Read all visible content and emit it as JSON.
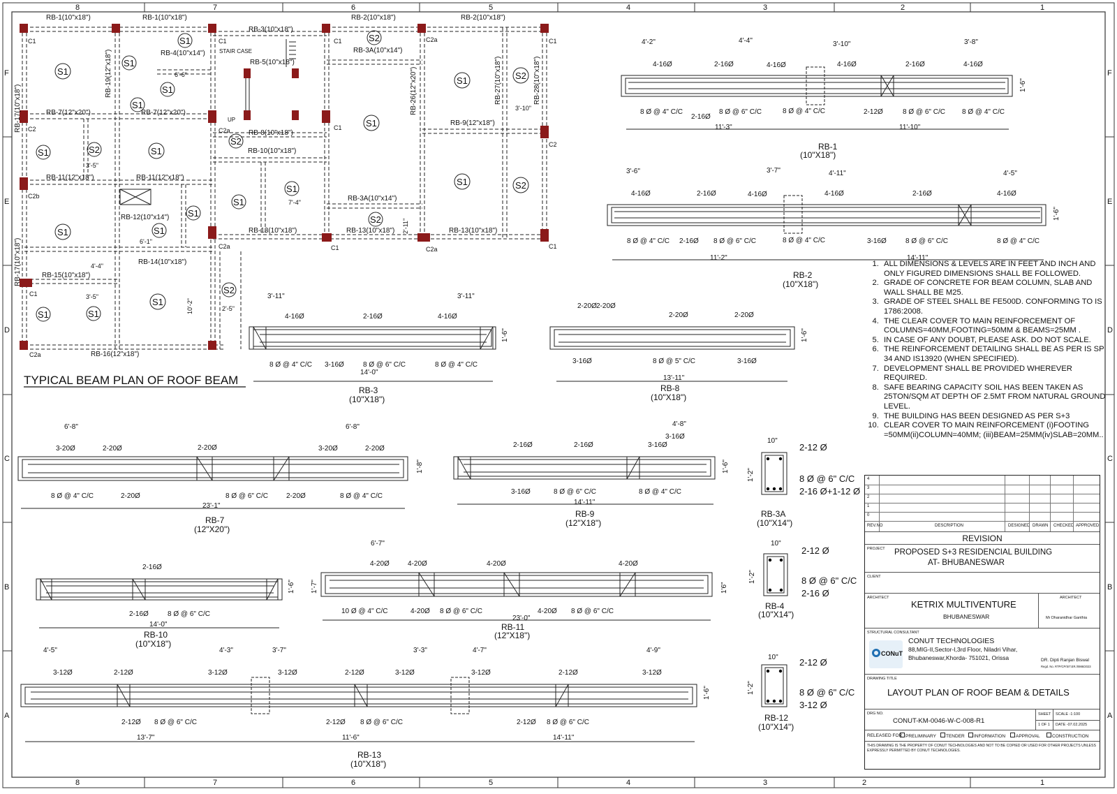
{
  "frame": {
    "cols_top": [
      "8",
      "7",
      "6",
      "5",
      "4",
      "3",
      "2",
      "1"
    ],
    "cols_bottom": [
      "8",
      "7",
      "6",
      "5",
      "4",
      "3",
      "2",
      "1"
    ],
    "rows": [
      "F",
      "E",
      "D",
      "C",
      "B",
      "A"
    ]
  },
  "plan": {
    "title": "TYPICAL BEAM PLAN OF ROOF BEAM",
    "beam_labels": [
      "RB-1(10\"x18\")",
      "RB-1(10\"x18\")",
      "RB-3(10\"x18\")",
      "RB-2(10\"x18\")",
      "RB-2(10\"x18\")",
      "RB-4(10\"x14\")",
      "RB-3A(10\"x14\")",
      "RB-5(10\"x18\")",
      "RB-7(12\"x20\")",
      "RB-7(12\"x20\")",
      "RB-8(10\"x18\")",
      "RB-9(12\"x18\")",
      "RB-10(10\"x18\")",
      "RB-11(12\"x18\")",
      "RB-11(12\"x18\")",
      "RB-12(10\"x14\")",
      "RB-13(10\"x18\")",
      "RB-3A(10\"x14\")",
      "RB-13(10\"x18\")",
      "RB-13(10\"x18\")",
      "RB-14(10\"x18\")",
      "RB-15(10\"x18\")",
      "RB-16(12\"x18\")",
      "RB-17(10\"x18\")",
      "RB-17(10\"x18\")",
      "RB-19(12\"x18\")",
      "RB-26(12\"x20\")",
      "RB-27(10\"x18\")",
      "RB-28(10\"x18\")"
    ],
    "slab_labels": [
      "S1",
      "S1",
      "S2",
      "S1",
      "S1",
      "S1",
      "S1",
      "S2",
      "S1",
      "S1",
      "S1",
      "S2",
      "S1",
      "S1",
      "S1",
      "S1",
      "S1",
      "S2",
      "S2",
      "S1",
      "S2",
      "S1",
      "S1",
      "S1",
      "S2"
    ],
    "column_labels": [
      "C1",
      "C2",
      "C2b",
      "C1",
      "C2a",
      "C1",
      "C1",
      "C2a",
      "C1",
      "C2",
      "C2a",
      "C1",
      "C2a",
      "C1",
      "C2a",
      "C1"
    ],
    "misc": [
      "STAIR CASE",
      "UP",
      "6'-6\"",
      "4'-4\"",
      "3'-5\"",
      "3'-5\"",
      "7'-4\"",
      "10'-2\"",
      "2'-5\"",
      "3'-10\"",
      "2'-11\"",
      "6'-1\""
    ]
  },
  "beams": {
    "rb1": {
      "name": "RB-1",
      "size": "(10\"X18\")",
      "dims_top": [
        "4'-2\"",
        "4'-4\"",
        "3'-10\"",
        "3'-8\""
      ],
      "bars_top": [
        "4-16Ø",
        "2-16Ø",
        "4-16Ø",
        "4-16Ø",
        "2-16Ø",
        "4-16Ø"
      ],
      "bars_bottom": [
        "8 Ø @ 4\" C/C",
        "2-16Ø",
        "8 Ø @ 6\" C/C",
        "8 Ø @ 4\" C/C",
        "2-12Ø",
        "8 Ø @ 6\" C/C",
        "8 Ø @ 4\" C/C"
      ],
      "spans": [
        "11'-3\"",
        "11'-10\""
      ],
      "depth": "1'-6\""
    },
    "rb2": {
      "name": "RB-2",
      "size": "(10\"X18\")",
      "dims_top": [
        "3'-6\"",
        "3'-7\"",
        "4'-11\"",
        "4'-5\""
      ],
      "bars_top": [
        "4-16Ø",
        "2-16Ø",
        "4-16Ø",
        "4-16Ø",
        "2-16Ø",
        "4-16Ø"
      ],
      "bars_bottom": [
        "8 Ø @ 4\" C/C",
        "2-16Ø",
        "8 Ø @ 6\" C/C",
        "8 Ø @ 4\" C/C",
        "3-16Ø",
        "8 Ø @ 6\" C/C",
        "8 Ø @ 4\" C/C"
      ],
      "spans": [
        "11'-2\"",
        "14'-11\""
      ],
      "depth": "1'-6\""
    },
    "rb3": {
      "name": "RB-3",
      "size": "(10\"X18\")",
      "dims_top": [
        "3'-11\"",
        "3'-11\""
      ],
      "bars_top": [
        "4-16Ø",
        "2-16Ø",
        "4-16Ø"
      ],
      "bars_bottom": [
        "8 Ø @ 4\" C/C",
        "3-16Ø",
        "8 Ø @ 6\" C/C",
        "8 Ø @ 4\" C/C"
      ],
      "spans": [
        "14'-0\""
      ],
      "depth": "1'-6\""
    },
    "rb8": {
      "name": "RB-8",
      "size": "(10\"X18\")",
      "bars_top": [
        "2-20Ø",
        "2-20Ø",
        "2-20Ø",
        "2-20Ø"
      ],
      "bars_bottom": [
        "3-16Ø",
        "8 Ø @ 5\" C/C",
        "3-16Ø"
      ],
      "spans": [
        "13'-11\""
      ],
      "depth": "1'-6\""
    },
    "rb7": {
      "name": "RB-7",
      "size": "(12\"X20\")",
      "dims_top": [
        "6'-8\"",
        "6'-8\""
      ],
      "bars_top": [
        "3-20Ø",
        "2-20Ø",
        "2-20Ø",
        "3-20Ø",
        "2-20Ø"
      ],
      "bars_bottom": [
        "8 Ø @ 4\" C/C",
        "2-20Ø",
        "8 Ø @ 6\" C/C",
        "2-20Ø",
        "8 Ø @ 4\" C/C"
      ],
      "spans": [
        "23'-1\""
      ],
      "depth": "1'-8\""
    },
    "rb9": {
      "name": "RB-9",
      "size": "(12\"X18\")",
      "dims_top": [
        "4'-8\""
      ],
      "bars_top": [
        "2-16Ø",
        "2-16Ø",
        "3-16Ø",
        "3-16Ø"
      ],
      "bars_bottom": [
        "3-16Ø",
        "8 Ø @ 6\" C/C",
        "8 Ø @ 4\" C/C"
      ],
      "spans": [
        "14'-11\""
      ],
      "depth": "1'-6\""
    },
    "rb10": {
      "name": "RB-10",
      "size": "(10\"X18\")",
      "bars_top": [
        "2-16Ø"
      ],
      "bars_bottom": [
        "2-16Ø",
        "8 Ø @ 6\" C/C"
      ],
      "spans": [
        "14'-0\""
      ],
      "depth": "1'-6\""
    },
    "rb11": {
      "name": "RB-11",
      "size": "(12\"X18\")",
      "dims_top": [
        "6'-7\""
      ],
      "bars_top": [
        "4-20Ø",
        "4-20Ø",
        "4-20Ø",
        "4-20Ø"
      ],
      "bars_bottom": [
        "10 Ø @ 4\" C/C",
        "4-20Ø",
        "8 Ø @ 6\" C/C",
        "4-20Ø",
        "8 Ø @ 6\" C/C"
      ],
      "spans": [
        "23'-0\""
      ],
      "depth": "1'-7\"",
      "depth2": "1'6\""
    },
    "rb13": {
      "name": "RB-13",
      "size": "(10\"X18\")",
      "dims_top": [
        "4'-5\"",
        "4'-3\"",
        "3'-7\"",
        "3'-3\"",
        "4'-7\"",
        "4'-9\""
      ],
      "bars_top": [
        "3-12Ø",
        "2-12Ø",
        "3-12Ø",
        "3-12Ø",
        "2-12Ø",
        "3-12Ø",
        "3-12Ø",
        "2-12Ø",
        "3-12Ø"
      ],
      "bars_bottom": [
        "2-12Ø",
        "8 Ø @ 6\" C/C",
        "2-12Ø",
        "8 Ø @ 6\" C/C",
        "2-12Ø",
        "8 Ø @ 6\" C/C"
      ],
      "spans": [
        "13'-7\"",
        "11'-6\"",
        "14'-11\""
      ],
      "depth": "1'-6\""
    }
  },
  "sections": {
    "rb3a": {
      "name": "RB-3A",
      "size": "(10\"X14\")",
      "width": "10\"",
      "depth": "1'-2\"",
      "top": "2-12 Ø",
      "stirrup": "8 Ø @ 6\" C/C",
      "bottom": "2-16 Ø+1-12 Ø"
    },
    "rb4": {
      "name": "RB-4",
      "size": "(10\"X14\")",
      "width": "10\"",
      "depth": "1'-2\"",
      "top": "2-12 Ø",
      "stirrup": "8 Ø @ 6\" C/C",
      "bottom": "2-16 Ø"
    },
    "rb12": {
      "name": "RB-12",
      "size": "(10\"X14\")",
      "width": "10\"",
      "depth": "1'-2\"",
      "top": "2-12 Ø",
      "stirrup": "8 Ø @ 6\" C/C",
      "bottom": "3-12 Ø"
    }
  },
  "notes": [
    "ALL DIMENSIONS & LEVELS ARE IN FEET AND INCH AND ONLY FIGURED DIMENSIONS SHALL BE FOLLOWED.",
    "GRADE OF CONCRETE FOR BEAM COLUMN, SLAB AND WALL SHALL BE M25.",
    "GRADE OF STEEL SHALL BE FE500D. CONFORMING TO IS 1786:2008.",
    "THE CLEAR COVER TO MAIN REINFORCEMENT OF COLUMNS=40MM,FOOTING=50MM & BEAMS=25MM .",
    "IN CASE OF ANY DOUBT, PLEASE ASK. DO NOT SCALE.",
    "THE REINFORCEMENT DETAILING SHALL BE AS PER IS SP 34 AND IS13920 (WHEN SPECIFIED).",
    "DEVELOPMENT SHALL BE PROVIDED WHEREVER REQUIRED.",
    "SAFE BEARING CAPACITY SOIL HAS BEEN TAKEN AS 25TON/SQM AT DEPTH OF 2.5MT FROM NATURAL GROUND LEVEL.",
    "THE BUILDING HAS BEEN DESIGNED AS PER S+3",
    "CLEAR COVER TO MAIN REINFORCEMENT (i)FOOTING =50MM(ii)COLUMN=40MM; (iii)BEAM=25MM(iv)SLAB=20MM.."
  ],
  "title_block": {
    "rev_rows": [
      "4",
      "3",
      "2",
      "1",
      "0"
    ],
    "rev_headers": [
      "REV.NO",
      "DESCRIPTION",
      "DESIGNED",
      "DRAWN",
      "CHECKED",
      "APPROVED"
    ],
    "revision_label": "REVISION",
    "project_label": "PROJECT",
    "project_line1": "PROPOSED S+3 RESIDENCIAL BUILDING",
    "project_line2": "AT- BHUBANESWAR",
    "client_label": "CLIENT",
    "architect_label": "ARCHITECT",
    "architect_name": "KETRIX MULTIVENTURE",
    "architect_city": "BHUBANESWAR",
    "architect_label2": "ARCHITECT",
    "architect_person": "Mr Dharanidhar Ganthia",
    "structural_label": "STRUCTURAL CONSULTANT",
    "consultant_name": "CONUT TECHNOLOGIES",
    "consultant_addr1": "88,MIG-II,Sector-I,3rd Floor, Niladri Vihar,",
    "consultant_addr2": "Bhubaneswar,Khorda- 751021, Orissa",
    "logo_text": "CONuT",
    "engineer": "DR. Dipti Ranjan Biswal",
    "engineer_reg": "Regd. No. RTP/CP/SIT.ER./0986/2023",
    "drawing_title_label": "DRAWING TITLE",
    "drawing_title": "LAYOUT PLAN OF ROOF BEAM & DETAILS",
    "drg_no_label": "DRG NO.",
    "drg_no": "CONUT-KM-0046-W-C-008-R1",
    "sheet_label": "SHEET",
    "sheet_value": "1 OF 1",
    "scale_label": "SCALE -1:100",
    "date_label": "DATE -07.02.2025",
    "released_for": "RELEASED FOR",
    "release_opts": [
      "PRELIMINARY",
      "TENDER",
      "INFORMATION",
      "APPROVAL",
      "CONSTRUCTION"
    ],
    "disclaimer": "THIS DRAWING IS THE PROPERTY OF CONUT TECHNOLOGIES AND NOT TO BE COPIED OR USED FOR OTHER PROJECTS UNLESS EXPRESSLY PERMITTED BY CONUT TECHNOLOGIES."
  }
}
